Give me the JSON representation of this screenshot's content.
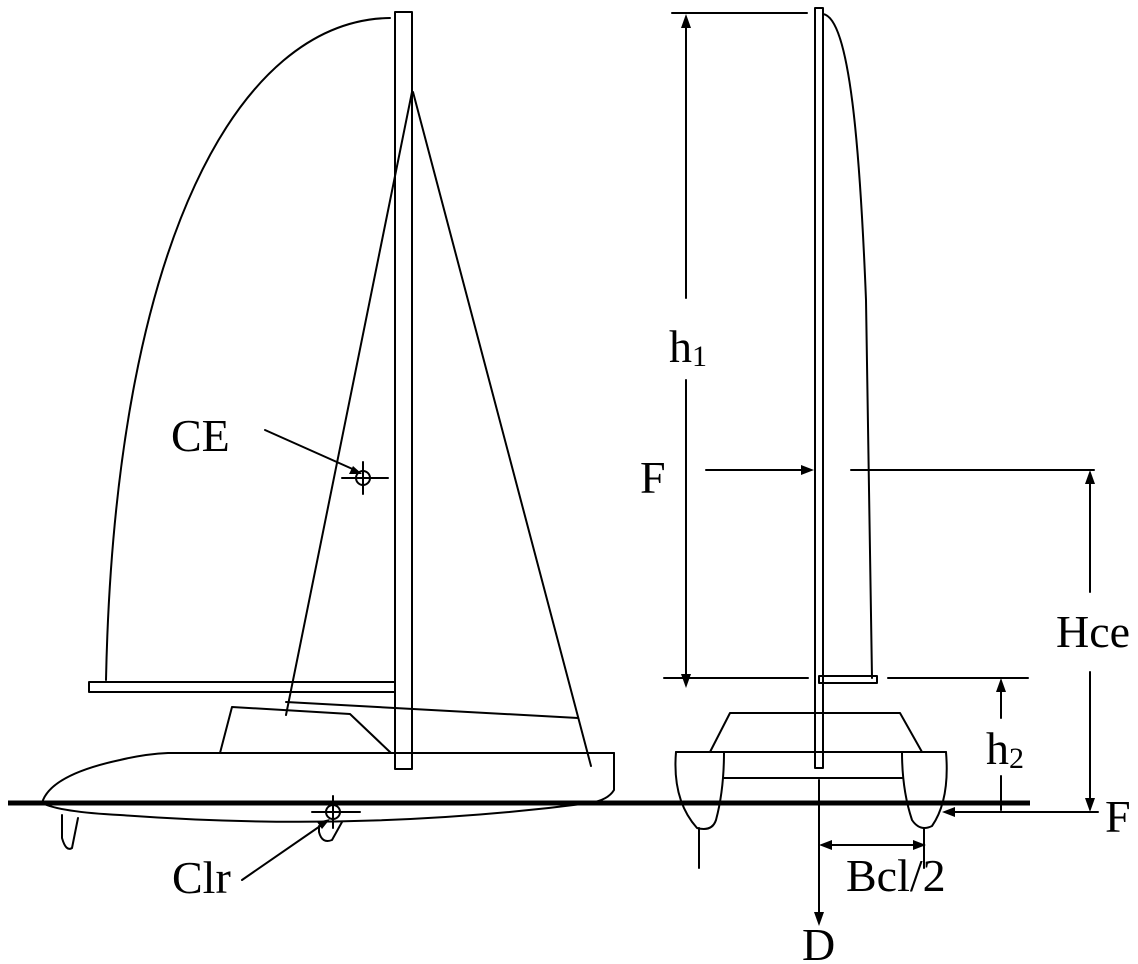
{
  "labels": {
    "ce": "CE",
    "clr": "Clr",
    "h1_base": "h",
    "h1_sub": "1",
    "h2_base": "h",
    "h2_sub": "2",
    "f_upper": "F",
    "f_lower": "F",
    "hce": "Hce",
    "bcl": "Bcl/2",
    "d": "D"
  }
}
